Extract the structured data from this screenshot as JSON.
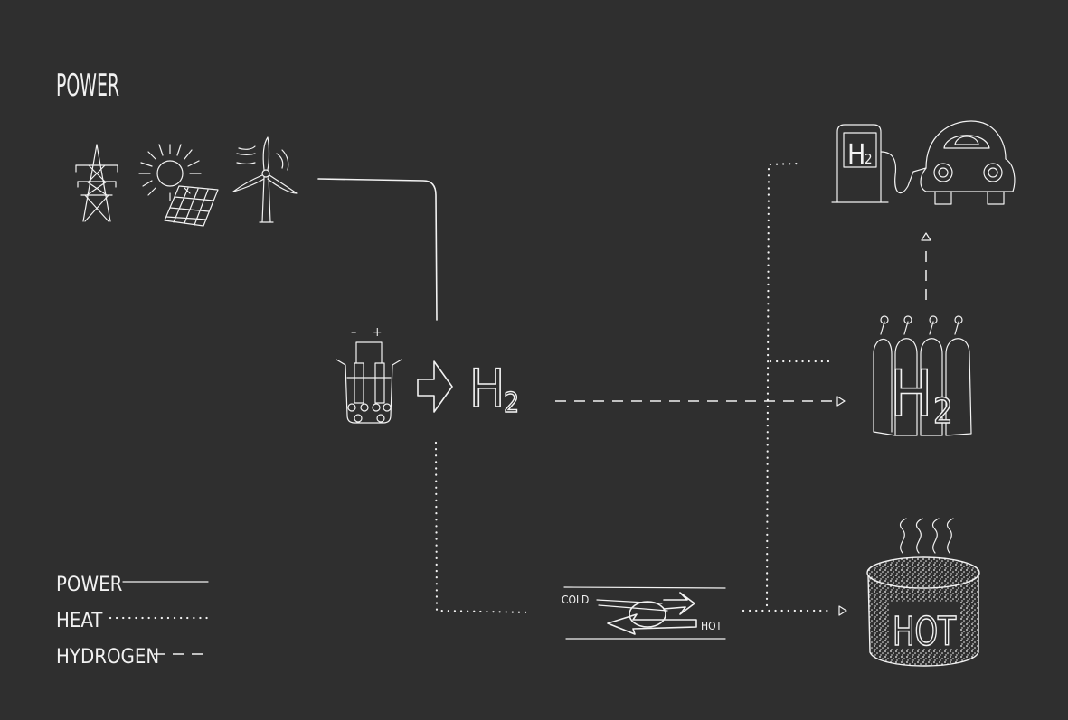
{
  "title": "POWER",
  "legend": {
    "power": "POWER",
    "heat": "HEAT",
    "hydrogen": "HYDROGEN"
  },
  "labels": {
    "h2_main": "H",
    "h2_sub": "2",
    "tank_h": "H",
    "tank_sub": "2",
    "pump_h": "H",
    "pump_sub": "2",
    "cold": "COLD",
    "hot_small": "HOT",
    "hot_big": "HOT",
    "electrode_minus": "–",
    "electrode_plus": "+"
  },
  "icons": {
    "sources": [
      "pylon-icon",
      "solar-panel-icon",
      "wind-turbine-icon"
    ],
    "electrolyser": "electrolyser-icon",
    "fuel_station": "fuel-pump-icon",
    "car": "car-icon",
    "tanks": "hydrogen-tanks-icon",
    "heat_exchanger": "heat-exchanger-icon",
    "hot_water": "hot-water-tank-icon"
  },
  "colors": {
    "background": "#2f2f2f",
    "chalk": "#f2f2f2"
  }
}
